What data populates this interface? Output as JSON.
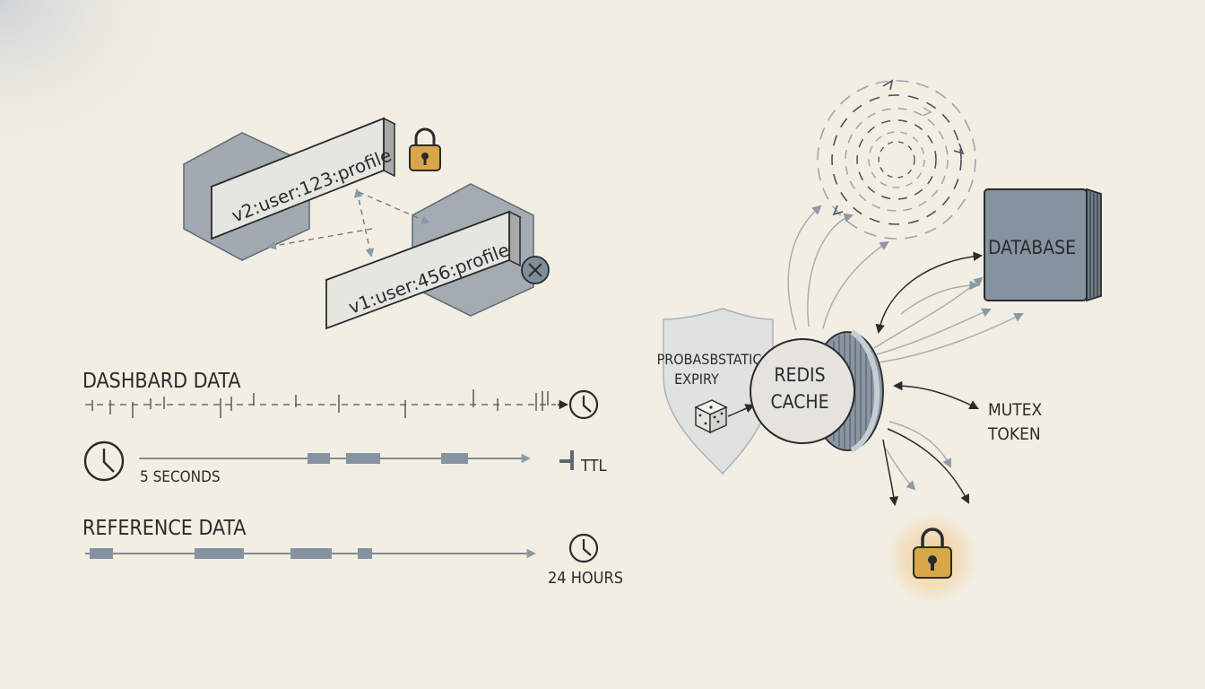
{
  "keys": {
    "new_key": "v2:user:123:profile",
    "old_key": "v1:user:456:profile"
  },
  "ttl": {
    "dashboard_title": "DASHBARD DATA",
    "dashboard_duration": "5 SECONDS",
    "ttl_label": "TTL",
    "reference_title": "REFERENCE DATA",
    "reference_duration": "24 HOURS"
  },
  "cache": {
    "expiry_line1": "PROBASBSTATIC",
    "expiry_line2": "EXPIRY",
    "redis_line1": "REDIS",
    "redis_line2": "CACHE",
    "database": "DATABASE",
    "mutex_line1": "MUTEX",
    "mutex_line2": "TOKEN"
  },
  "colors": {
    "background": "#f2eee3",
    "slate": "#7f8d99",
    "ink": "#2a2b2d",
    "lock_gold": "#d9a64a",
    "lock_glow": "#f3c98a"
  }
}
